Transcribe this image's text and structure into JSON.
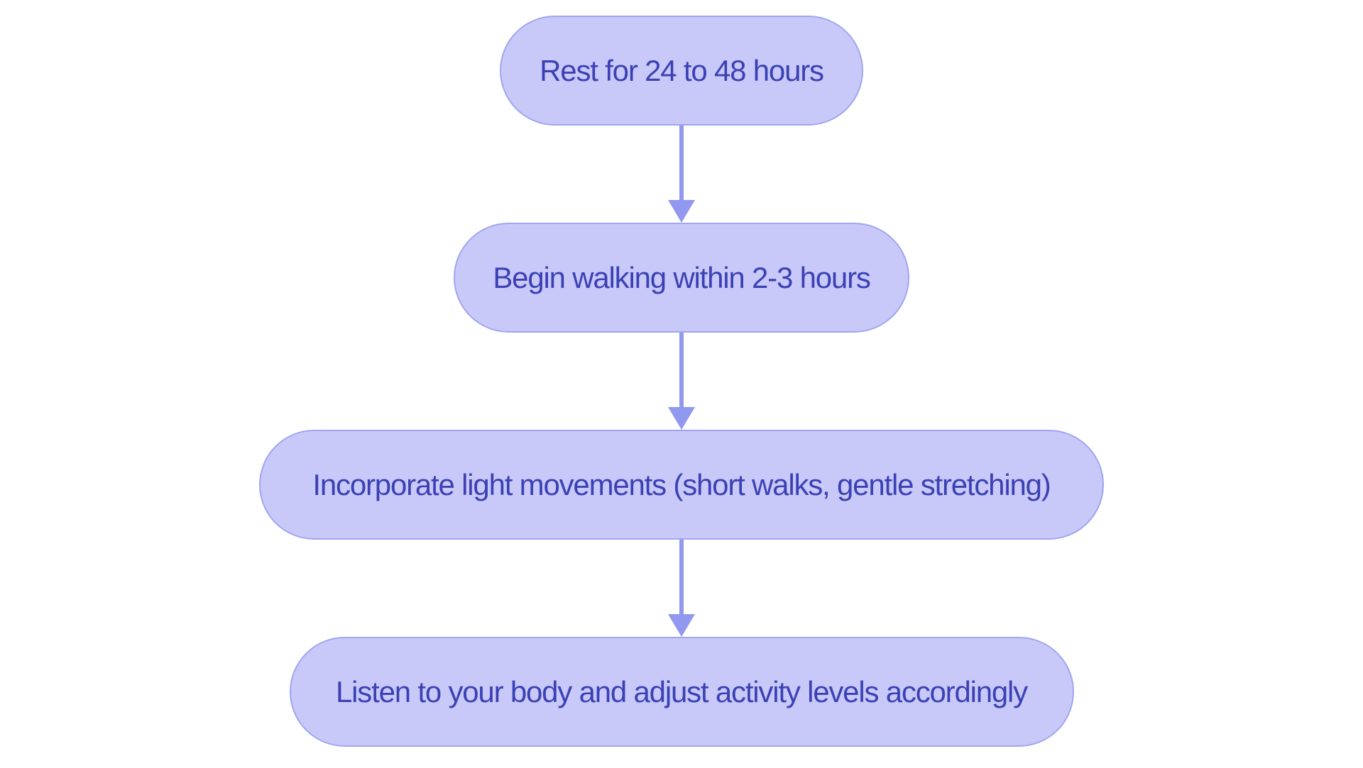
{
  "diagram": {
    "type": "flowchart",
    "direction": "top-down",
    "colors": {
      "background": "#ffffff",
      "node_fill": "#c8c9f8",
      "node_border": "#a0a5f0",
      "arrow_color": "#9198ef",
      "text_color": "#3b41b4"
    },
    "nodes": [
      {
        "id": "step-1",
        "label": "Rest for 24 to 48 hours"
      },
      {
        "id": "step-2",
        "label": "Begin walking within 2-3 hours"
      },
      {
        "id": "step-3",
        "label": "Incorporate light movements (short walks, gentle stretching)"
      },
      {
        "id": "step-4",
        "label": "Listen to your body and adjust activity levels accordingly"
      }
    ],
    "connections": [
      {
        "from": "step-1",
        "to": "step-2"
      },
      {
        "from": "step-2",
        "to": "step-3"
      },
      {
        "from": "step-3",
        "to": "step-4"
      }
    ]
  }
}
